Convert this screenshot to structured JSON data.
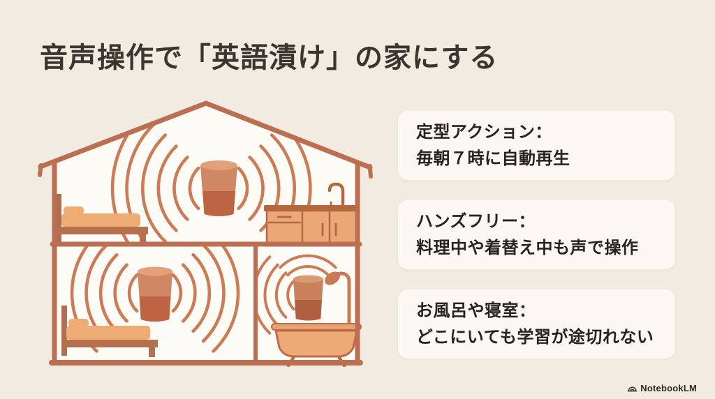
{
  "slide": {
    "title": "音声操作で「英語漬け」の家にする",
    "background_color": "#F1EBE1"
  },
  "callouts": [
    {
      "line1": "定型アクション：",
      "line2": "毎朝７時に自動再生"
    },
    {
      "line1": "ハンズフリー：",
      "line2": "料理中や着替え中も声で操作"
    },
    {
      "line1": "お風呂や寝室：",
      "line2": "どこにいても学習が途切れない"
    }
  ],
  "footer": {
    "brand": "NotebookLM"
  },
  "illustration": {
    "description": "two-story house cross-section with three smart speakers emitting sound waves",
    "icons": [
      "house-outline-icon",
      "smart-speaker-icon",
      "sound-waves-icon",
      "bed-icon",
      "kitchen-counter-icon",
      "faucet-icon",
      "bathtub-icon",
      "shower-head-icon"
    ],
    "colors": {
      "outline": "#BC6F50",
      "waves": "#CC7B57",
      "speaker_top": "#E2A078",
      "speaker_body": "#D08763",
      "speaker_base": "#BC6443",
      "furniture_fill": "#EFAB74",
      "furniture_dark": "#B5714E",
      "interior": "#FDFBF6"
    }
  },
  "text_colors": {
    "title": "#3A3530",
    "body": "#262321"
  }
}
